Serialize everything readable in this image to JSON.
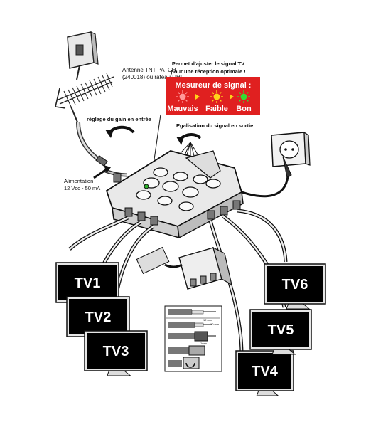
{
  "antenna": {
    "line1": "Antenne TNT PATCH",
    "line2": "(240018) ou rateau UHF"
  },
  "gain_label": "réglage du gain en entrée",
  "power": {
    "line1": "Alimentation",
    "line2": "12 Vcc - 50 mA"
  },
  "meter": {
    "caption_line1": "Permet d'ajuster le signal TV",
    "caption_line2": "pour une réception optimale !",
    "title": "Mesureur de signal :",
    "levels": [
      {
        "label": "Mauvais",
        "color": "#ff9999"
      },
      {
        "label": "Faible",
        "color": "#ffd21a"
      },
      {
        "label": "Bon",
        "color": "#33dd33"
      }
    ],
    "bg_color": "#e02020"
  },
  "output_eq_label": "Egalisation du signal en sortie",
  "tvs": [
    "TV1",
    "TV2",
    "TV3",
    "TV4",
    "TV5",
    "TV6"
  ],
  "cable_prep": {
    "dim1": "12 mm",
    "dim2": "10 mm",
    "dim3": "1mm"
  }
}
